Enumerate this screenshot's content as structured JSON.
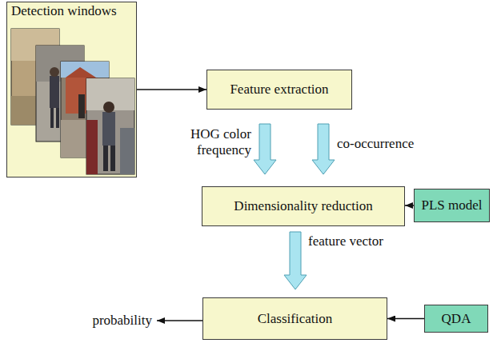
{
  "diagram": {
    "nodes": [
      {
        "text": [
          "Detection windows"
        ]
      },
      {
        "text": [
          "Feature extraction"
        ]
      },
      {
        "text": [
          "Dimensionality reduction"
        ]
      },
      {
        "text": [
          "PLS model"
        ]
      },
      {
        "text": [
          "Classification"
        ]
      },
      {
        "text": [
          "QDA"
        ]
      }
    ],
    "edges": [
      {
        "from": 0,
        "to": 1,
        "arrow": "to"
      },
      {
        "from": 1,
        "to": 2,
        "label": "HOG color frequency",
        "arrow": "to"
      },
      {
        "from": 1,
        "to": 2,
        "label": "co-occurrence",
        "arrow": "to"
      },
      {
        "from": 3,
        "to": 2,
        "arrow": "to"
      },
      {
        "from": 2,
        "to": 4,
        "label": "feature vector",
        "arrow": "to"
      },
      {
        "from": 5,
        "to": 4,
        "arrow": "to"
      }
    ],
    "labels": [
      "probability"
    ]
  }
}
